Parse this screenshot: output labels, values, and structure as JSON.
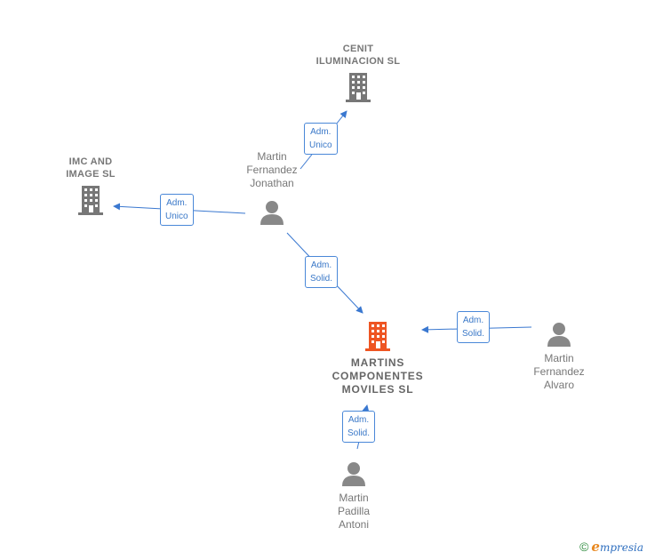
{
  "colors": {
    "company": "#777777",
    "main_company": "#ee5522",
    "person": "#888888",
    "edge": "#3a78d0"
  },
  "companies": {
    "cenit": "CENIT\nILUMINACION SL",
    "imc": "IMC AND\nIMAGE  SL",
    "martins": "MARTINS\nCOMPONENTES\nMOVILES  SL"
  },
  "people": {
    "jonathan": "Martin\nFernandez\nJonathan",
    "alvaro": "Martin\nFernandez\nAlvaro",
    "antoni": "Martin\nPadilla\nAntoni"
  },
  "relations": {
    "jonathan_cenit": "Adm.\nUnico",
    "jonathan_imc": "Adm.\nUnico",
    "jonathan_martins": "Adm.\nSolid.",
    "alvaro_martins": "Adm.\nSolid.",
    "antoni_martins": "Adm.\nSolid."
  },
  "footer": {
    "copyright": "©",
    "brand_e": "e",
    "brand_rest": "mpresia"
  }
}
